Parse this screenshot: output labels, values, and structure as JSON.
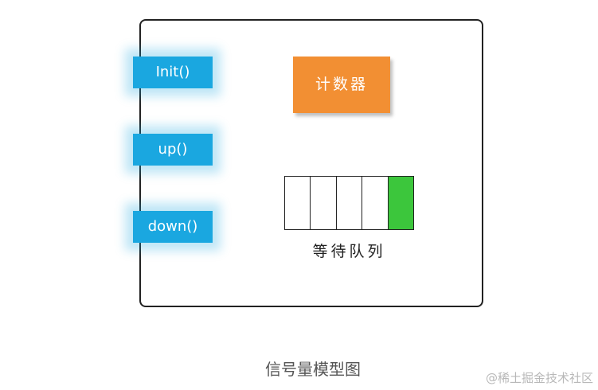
{
  "diagram": {
    "methods": [
      {
        "label": "Init()"
      },
      {
        "label": "up()"
      },
      {
        "label": "down()"
      }
    ],
    "counter": {
      "label": "计数器"
    },
    "queue": {
      "label": "等待队列",
      "slots": [
        {
          "occupied": false
        },
        {
          "occupied": false
        },
        {
          "occupied": false
        },
        {
          "occupied": false
        },
        {
          "occupied": true
        }
      ]
    },
    "colors": {
      "method_fill": "#1aa7e0",
      "counter_fill": "#f28f33",
      "occupied_slot": "#3cc63c",
      "outline": "#222222"
    }
  },
  "caption": "信号量模型图",
  "watermark": "@稀土掘金技术社区"
}
